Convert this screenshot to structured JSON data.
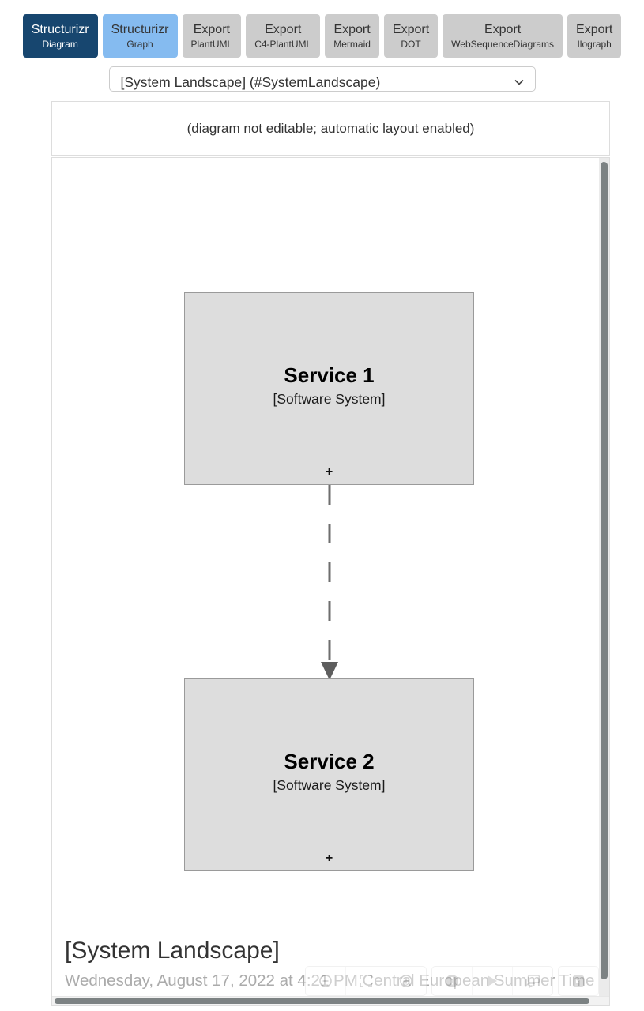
{
  "toolbar": {
    "buttons": [
      {
        "label": "Structurizr",
        "sublabel": "Diagram",
        "style": "primary"
      },
      {
        "label": "Structurizr",
        "sublabel": "Graph",
        "style": "secondary"
      },
      {
        "label": "Export",
        "sublabel": "PlantUML",
        "style": "default"
      },
      {
        "label": "Export",
        "sublabel": "C4-PlantUML",
        "style": "default"
      },
      {
        "label": "Export",
        "sublabel": "Mermaid",
        "style": "default"
      },
      {
        "label": "Export",
        "sublabel": "DOT",
        "style": "default"
      },
      {
        "label": "Export",
        "sublabel": "WebSequenceDiagrams",
        "style": "default"
      },
      {
        "label": "Export",
        "sublabel": "Ilograph",
        "style": "default"
      }
    ]
  },
  "view_selector": {
    "selected_option": "[System Landscape] (#SystemLandscape)"
  },
  "notice": "(diagram not editable; automatic layout enabled)",
  "diagram": {
    "elements": [
      {
        "name": "Service 1",
        "metatype": "[Software System]",
        "expand_label": "+"
      },
      {
        "name": "Service 2",
        "metatype": "[Software System]",
        "expand_label": "+"
      }
    ],
    "relationship": {
      "from": "Service 1",
      "to": "Service 2",
      "line_style": "dashed",
      "arrow": "down"
    },
    "title": "[System Landscape]",
    "timestamp": "Wednesday, August 17, 2022 at 4:21 PM Central European Summer Time"
  },
  "footer_toolbar": {
    "icons": [
      "zoom-out",
      "zoom-fit",
      "zoom-in",
      "info",
      "presentation",
      "comments",
      "export-png"
    ]
  },
  "colors": {
    "primary_button": "#17466f",
    "secondary_button": "#85bbf0",
    "default_button": "#cccccc",
    "element_fill": "#dddddd",
    "element_border": "#9a9a9a",
    "relationship": "#6e6e6e"
  }
}
